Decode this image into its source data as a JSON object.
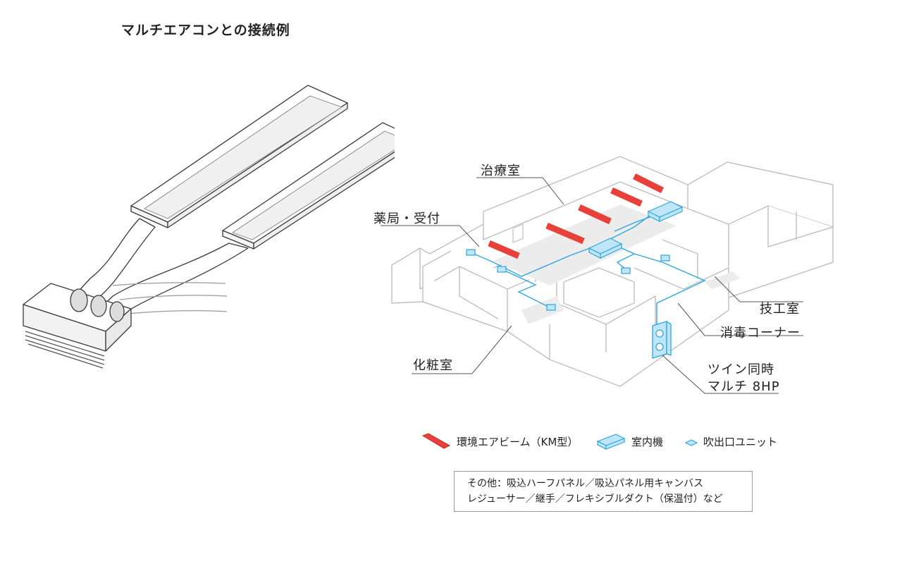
{
  "title": "マルチエアコンとの接続例",
  "rooms": {
    "treatment": "治療室",
    "pharmacy": "薬局・受付",
    "lab": "技工室",
    "sterilization": "消毒コーナー",
    "powder": "化粧室"
  },
  "outdoor_unit": {
    "line1": "ツイン同時",
    "line2": "マルチ 8HP"
  },
  "legend": {
    "airbeam": "環境エアビーム（KM型）",
    "indoor": "室内機",
    "outlet": "吹出口ユニット"
  },
  "note": {
    "line1": "その他：吸込ハーフパネル／吸込パネル用キャンバス",
    "line2": "レジューサー／継手／フレキシブルダクト（保温付）など"
  },
  "colors": {
    "beam": "#e8413b",
    "duct": "#2ea6e0",
    "unit_fill": "#bfe6f7",
    "line": "#b5b5b5"
  }
}
